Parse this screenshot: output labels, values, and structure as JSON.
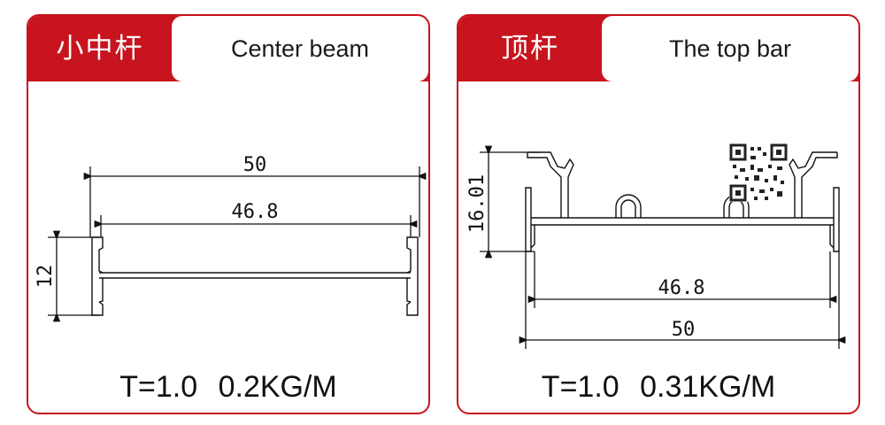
{
  "colors": {
    "brand_red": "#c8141e",
    "line": "#111111",
    "white": "#ffffff"
  },
  "left_card": {
    "header_cn": "小中杆",
    "header_en": "Center beam",
    "dim_overall_width": "50",
    "dim_inner_width": "46.8",
    "dim_height": "12",
    "spec": "T=1.0  0.2KG/M"
  },
  "right_card": {
    "header_cn": "顶杆",
    "header_en": "The top bar",
    "dim_height": "16.01",
    "dim_inner_width": "46.8",
    "dim_overall_width": "50",
    "spec": "T=1.0  0.31KG/M",
    "qr_icon": "qr-code-icon"
  }
}
